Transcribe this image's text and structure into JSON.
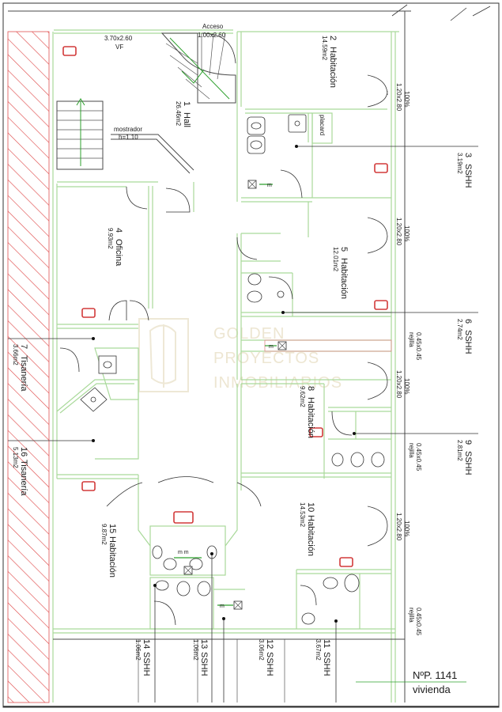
{
  "rooms": [
    {
      "id": "r1",
      "num": "1",
      "name": "Hall",
      "area": "26.46m2"
    },
    {
      "id": "r2",
      "num": "2",
      "name": "Habitación",
      "area": "14.59m2"
    },
    {
      "id": "r3",
      "num": "3",
      "name": "SSHH",
      "area": "3.19m2"
    },
    {
      "id": "r4",
      "num": "4",
      "name": "Oficina",
      "area": "9.93m2"
    },
    {
      "id": "r5",
      "num": "5",
      "name": "Habitación",
      "area": "12.01m2"
    },
    {
      "id": "r6",
      "num": "6",
      "name": "SSHH",
      "area": "2.74m2"
    },
    {
      "id": "r7",
      "num": "7",
      "name": "Tisanería",
      "area": "3.66m2"
    },
    {
      "id": "r8",
      "num": "8",
      "name": "Habitación",
      "area": "9.62m2"
    },
    {
      "id": "r9",
      "num": "9",
      "name": "SSHH",
      "area": "2.81m2"
    },
    {
      "id": "r10",
      "num": "10",
      "name": "Habitación",
      "area": "14.53m2"
    },
    {
      "id": "r11",
      "num": "11",
      "name": "SSHH",
      "area": "3.67m2"
    },
    {
      "id": "r12",
      "num": "12",
      "name": "SSHH",
      "area": "3.06m2"
    },
    {
      "id": "r13",
      "num": "13",
      "name": "SSHH",
      "area": "1.06m2"
    },
    {
      "id": "r14",
      "num": "14",
      "name": "SSHH",
      "area": "1.06m2"
    },
    {
      "id": "r15",
      "num": "15",
      "name": "Habitación",
      "area": "9.87m2"
    },
    {
      "id": "r16",
      "num": "16",
      "name": "Tisanería",
      "area": "5.13m2"
    }
  ],
  "annotations": {
    "vf_size": "3.70x2.60",
    "vf": "VF",
    "acceso_label": "Acceso",
    "acceso_size": "1.00x2.60",
    "mostrador_label": "mostrador",
    "mostrador_height": "h=1.10",
    "placard": "placard",
    "window_a_size": "1.20x2.80",
    "window_a_pct": "100%",
    "window_b_size": "1.20x2.80",
    "window_b_pct": "100%",
    "window_c_size": "1.20x2.80",
    "window_c_pct": "100%",
    "window_d_size": "1.20x2.80",
    "window_d_pct": "100%",
    "rejilla_a_size": "0.45x0.45",
    "rejilla_a_label": "rejilla",
    "rejilla_b_size": "0.45x0.45",
    "rejilla_b_label": "rejilla",
    "rejilla_c_size": "0.45x0.45",
    "rejilla_c_label": "rejilla"
  },
  "title_block": {
    "permit": "NºP. 1141",
    "type": "vivienda"
  },
  "watermark": {
    "line1": "GOLDEN",
    "line2": "PROYECTOS",
    "line3": "INMOBILIARIOS"
  },
  "colors": {
    "wall": "#a9d99a",
    "hatch": "#e05050",
    "outlet": "#d23a3a",
    "watermark": "#ede6d2"
  }
}
